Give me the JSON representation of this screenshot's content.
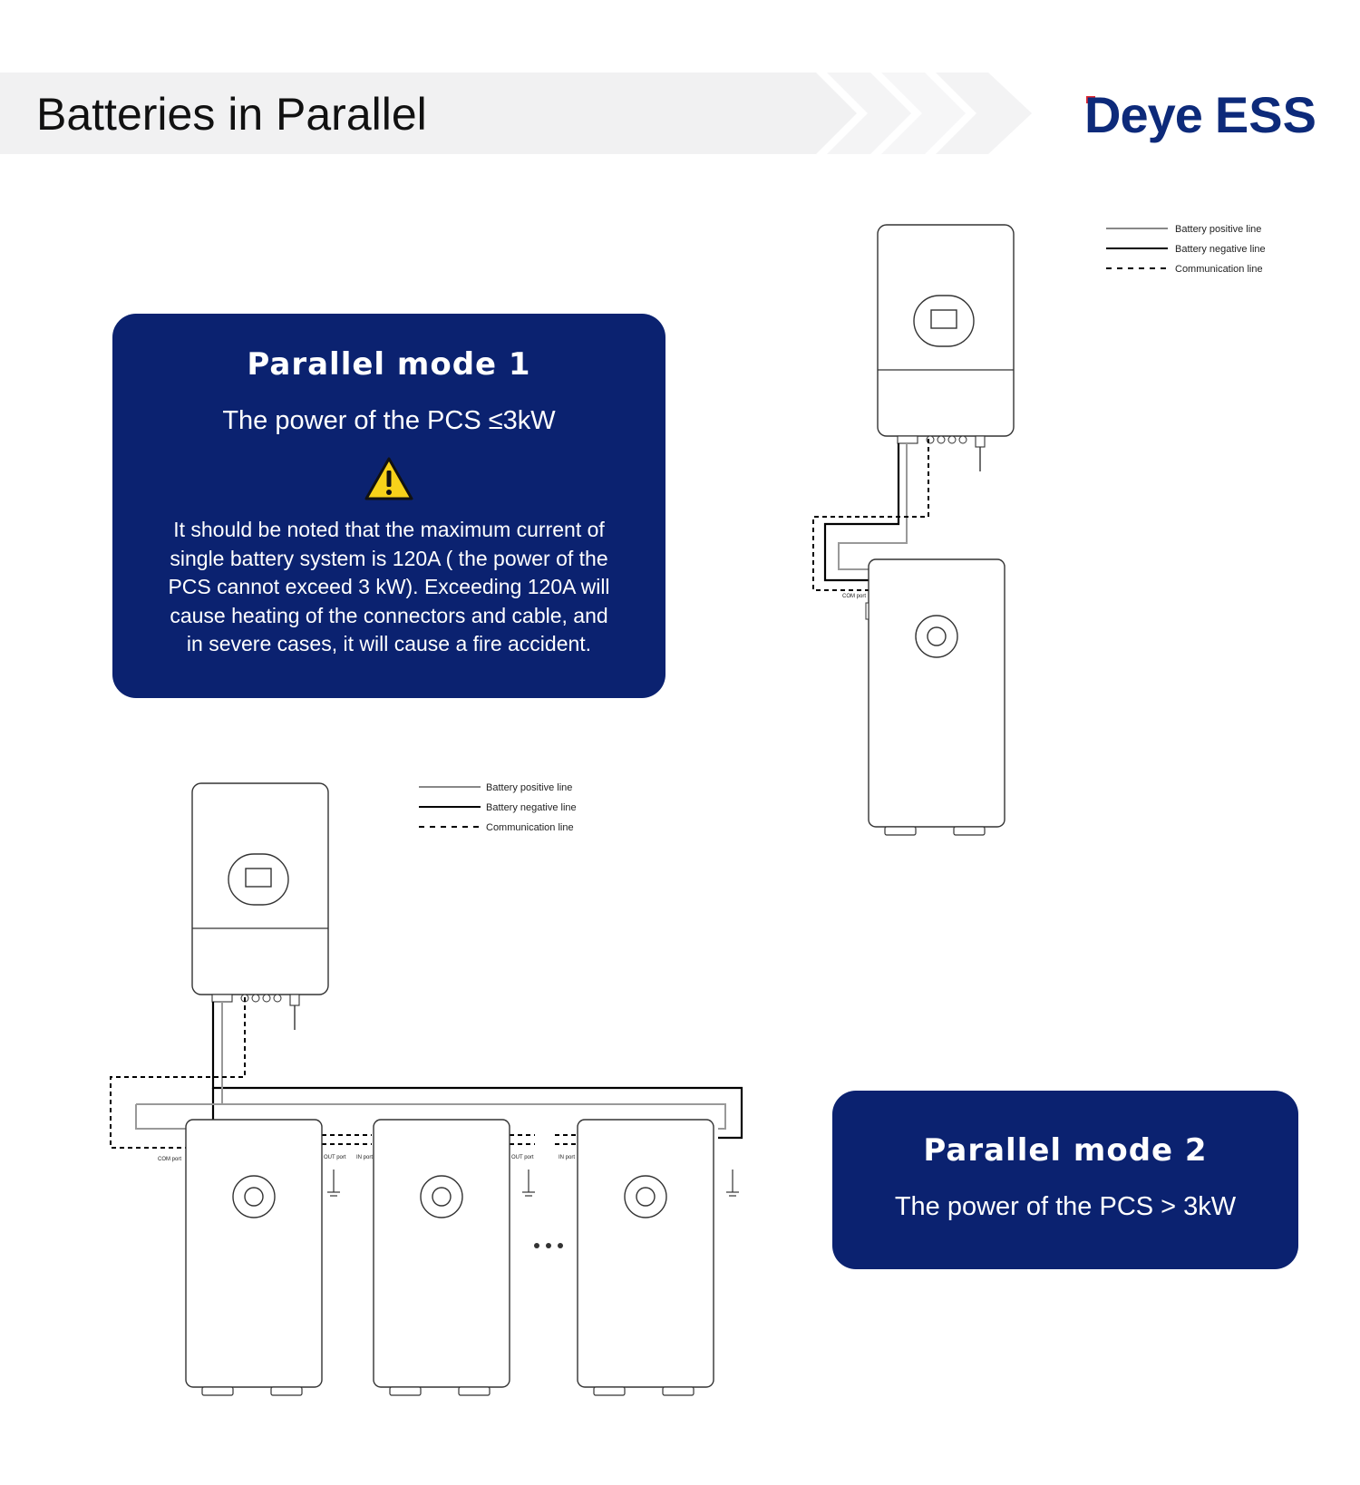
{
  "header": {
    "title": "Batteries in Parallel",
    "logo_brand": "Deye",
    "logo_product": "ESS"
  },
  "mode1": {
    "title": "Parallel mode 1",
    "subtitle": "The power of the PCS ≤3kW",
    "icon": "warning-icon",
    "warning_lines": [
      "It should be noted that the maximum current of",
      "single battery system is 120A ( the power of the",
      "PCS cannot exceed 3 kW). Exceeding 120A will",
      "cause heating of the connectors and cable, and",
      "in severe cases, it will cause a fire accident."
    ]
  },
  "mode2": {
    "title": "Parallel mode 2",
    "subtitle": "The power of the PCS > 3kW"
  },
  "legend": {
    "positive": "Battery positive line",
    "negative": "Battery negative line",
    "communication": "Communication line"
  },
  "ports": {
    "com": "COM port",
    "out": "OUT port",
    "in": "IN port"
  },
  "colors": {
    "card_bg": "#0b2270",
    "brand_blue": "#0d2a7a",
    "brand_red": "#e0262f",
    "header_band": "#f1f1f2"
  }
}
